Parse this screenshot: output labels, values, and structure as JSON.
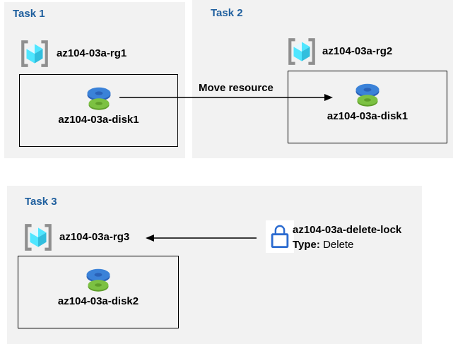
{
  "colors": {
    "panel-bg": "#f2f2f2",
    "title-blue": "#1f5f9e",
    "text-black": "#000000",
    "bracket-gray": "#8f8f8f",
    "cube-light": "#c9f3ff",
    "cube-mid": "#50e6ff",
    "cube-dark": "#32bedd",
    "disk-blue": "#3b82d8",
    "disk-blue-dark": "#2a62b8",
    "disk-green": "#7cc142",
    "disk-green-dark": "#5f9e2b",
    "lock-blue": "#2b6bd0",
    "arrow-black": "#000000"
  },
  "tasks": [
    {
      "title": "Task 1",
      "resource_group": "az104-03a-rg1",
      "disk": "az104-03a-disk1"
    },
    {
      "title": "Task 2",
      "resource_group": "az104-03a-rg2",
      "disk": "az104-03a-disk1"
    },
    {
      "title": "Task 3",
      "resource_group": "az104-03a-rg3",
      "disk": "az104-03a-disk2"
    }
  ],
  "move_arrow": {
    "label": "Move resource"
  },
  "delete_lock": {
    "name": "az104-03a-delete-lock",
    "type_label": "Type:",
    "type_value": "Delete"
  }
}
